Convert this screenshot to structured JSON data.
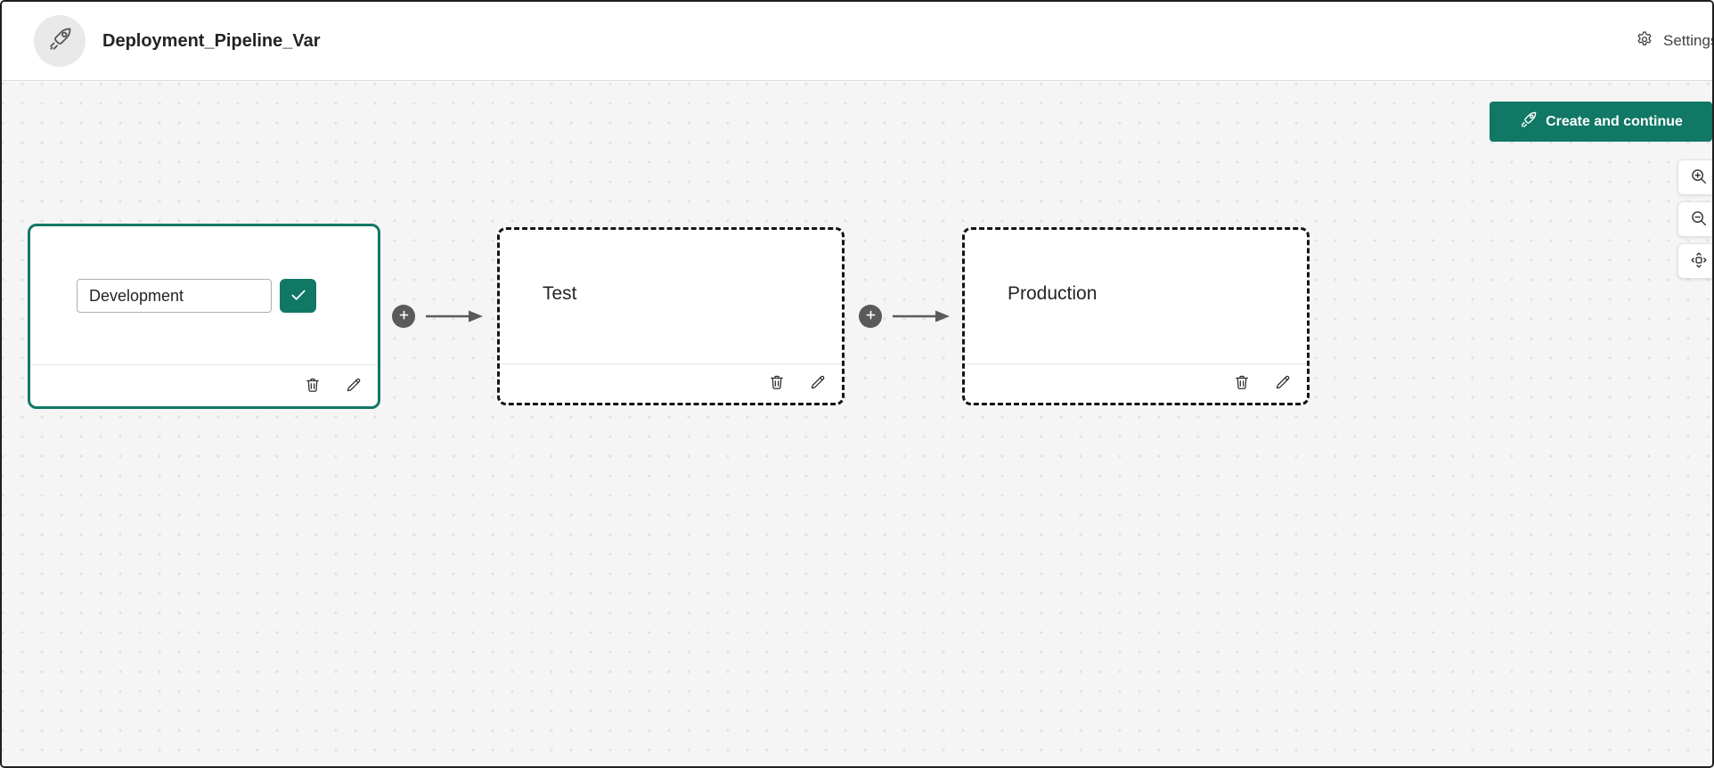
{
  "header": {
    "title": "Deployment_Pipeline_Var",
    "settings_label": "Settings"
  },
  "actions": {
    "create_button_label": "Create and continue"
  },
  "pipeline": {
    "stages": [
      {
        "name": "Development",
        "state": "selected-editing",
        "input_value": "Development"
      },
      {
        "name": "Test",
        "state": "placeholder"
      },
      {
        "name": "Production",
        "state": "placeholder"
      }
    ]
  },
  "icons": {
    "header_avatar": "rocket-icon",
    "settings": "gear-icon",
    "create_button": "rocket-icon",
    "stage_confirm": "checkmark-icon",
    "stage_footer": [
      "trash-icon",
      "pencil-icon"
    ],
    "connector": "plus-icon",
    "zoom_controls": [
      "zoom-in-icon",
      "zoom-out-icon",
      "fit-to-view-icon"
    ]
  },
  "colors": {
    "accent_teal": "#117865",
    "canvas_background": "#F5F5F5",
    "connector_gray": "#5A5A5A",
    "dashed_border": "#141414",
    "header_background": "#FFFFFF"
  }
}
